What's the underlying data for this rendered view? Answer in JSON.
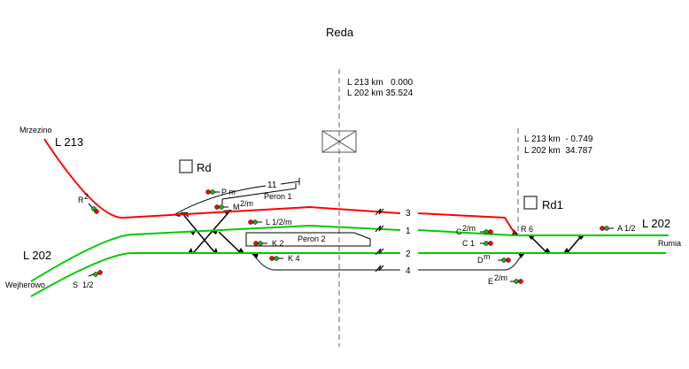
{
  "station": {
    "title": "Reda"
  },
  "axis_main": {
    "line1": "L 213 km   0.000",
    "line2": "L 202 km 35.524"
  },
  "axis_right": {
    "line1": "L 213 km  - 0.749",
    "line2": "L 202 km  34.787"
  },
  "directions": {
    "mrzezino": "Mrzezino",
    "wejherowo": "Wejherowo",
    "rumia": "Rumia"
  },
  "lines": {
    "l213": "L 213",
    "l202_left": "L 202",
    "l202_right": "L 202"
  },
  "posts": {
    "rd": "Rd",
    "rd1": "Rd1"
  },
  "tracks": {
    "t3": "3",
    "t1": "1",
    "t2": "2",
    "t4": "4",
    "t11": "11"
  },
  "platforms": {
    "p1": "Peron 1",
    "p2": "Peron 2"
  },
  "signals": {
    "r2": "R",
    "r2_sup": "2",
    "s12": "S  1/2",
    "pm": "P m",
    "m2m": "M",
    "m2m_sup": "2/m",
    "l12m": "L 1/2/m",
    "k2": "K 2",
    "k4": "K 4",
    "c2m": "C",
    "c2m_sup": "2/m",
    "c1": "C 1",
    "dm": "D",
    "dm_sup": "m",
    "e2m": "E",
    "e2m_sup": "2/m",
    "a12": "A 1/2",
    "r6": "R 6"
  },
  "colors": {
    "line213": "#ff0000",
    "line202": "#00cc00",
    "siding": "#555555",
    "signal_red": "#ff0000",
    "signal_green": "#22aa22"
  }
}
